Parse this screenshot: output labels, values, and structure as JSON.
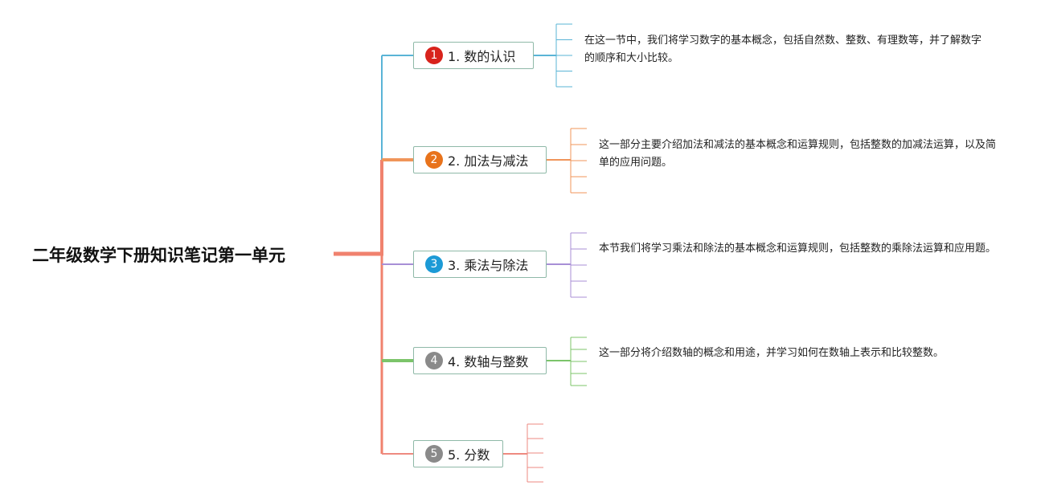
{
  "root": {
    "title": "二年级数学下册知识笔记第一单元"
  },
  "branches": [
    {
      "badge": "1",
      "label": "1. 数的认识",
      "color": "#5ab4d6",
      "badge_color": "#d8231c",
      "note": "在这一节中，我们将学习数字的基本概念，包括自然数、整数、有理数等，并了解数字的顺序和大小比较。"
    },
    {
      "badge": "2",
      "label": "2. 加法与减法",
      "color": "#f0955a",
      "badge_color": "#e8731c",
      "note": "这一部分主要介绍加法和减法的基本概念和运算规则，包括整数的加减法运算，以及简单的应用问题。"
    },
    {
      "badge": "3",
      "label": "3. 乘法与除法",
      "color": "#a88fd6",
      "badge_color": "#1c9ad6",
      "note": "本节我们将学习乘法和除法的基本概念和运算规则，包括整数的乘除法运算和应用题。"
    },
    {
      "badge": "4",
      "label": "4. 数轴与整数",
      "color": "#7cc46a",
      "badge_color": "#8a8a8a",
      "note": "这一部分将介绍数轴的概念和用途，并学习如何在数轴上表示和比较整数。"
    },
    {
      "badge": "5",
      "label": "5. 分数",
      "color": "#ee8a80",
      "badge_color": "#8a8a8a",
      "note": ""
    }
  ],
  "colors": {
    "trunk": "#f0826e",
    "node_border": "#8fb9a8"
  }
}
